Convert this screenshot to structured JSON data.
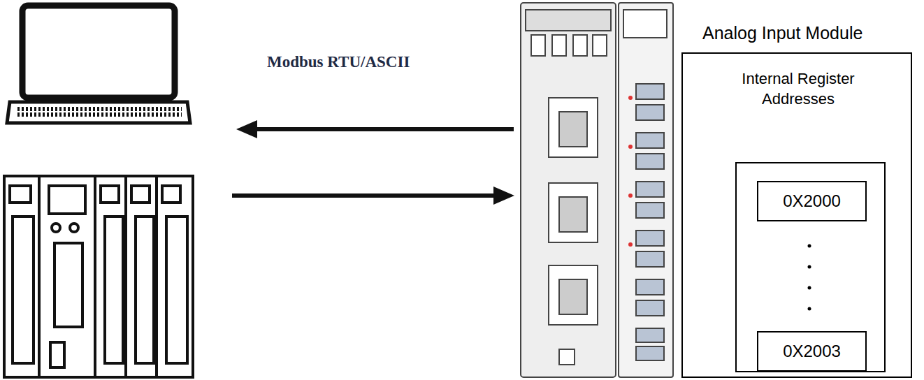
{
  "diagram": {
    "nodes": [
      {
        "text": [
          "Analog Input Module",
          "Internal Register Addresses"
        ]
      },
      {
        "text": [],
        "in": 0
      },
      {
        "text": [
          "0X2000"
        ],
        "in": 1
      },
      {
        "text": [
          "0X2003"
        ],
        "in": 1
      }
    ],
    "labels": [
      "Modbus RTU/ASCII"
    ]
  }
}
